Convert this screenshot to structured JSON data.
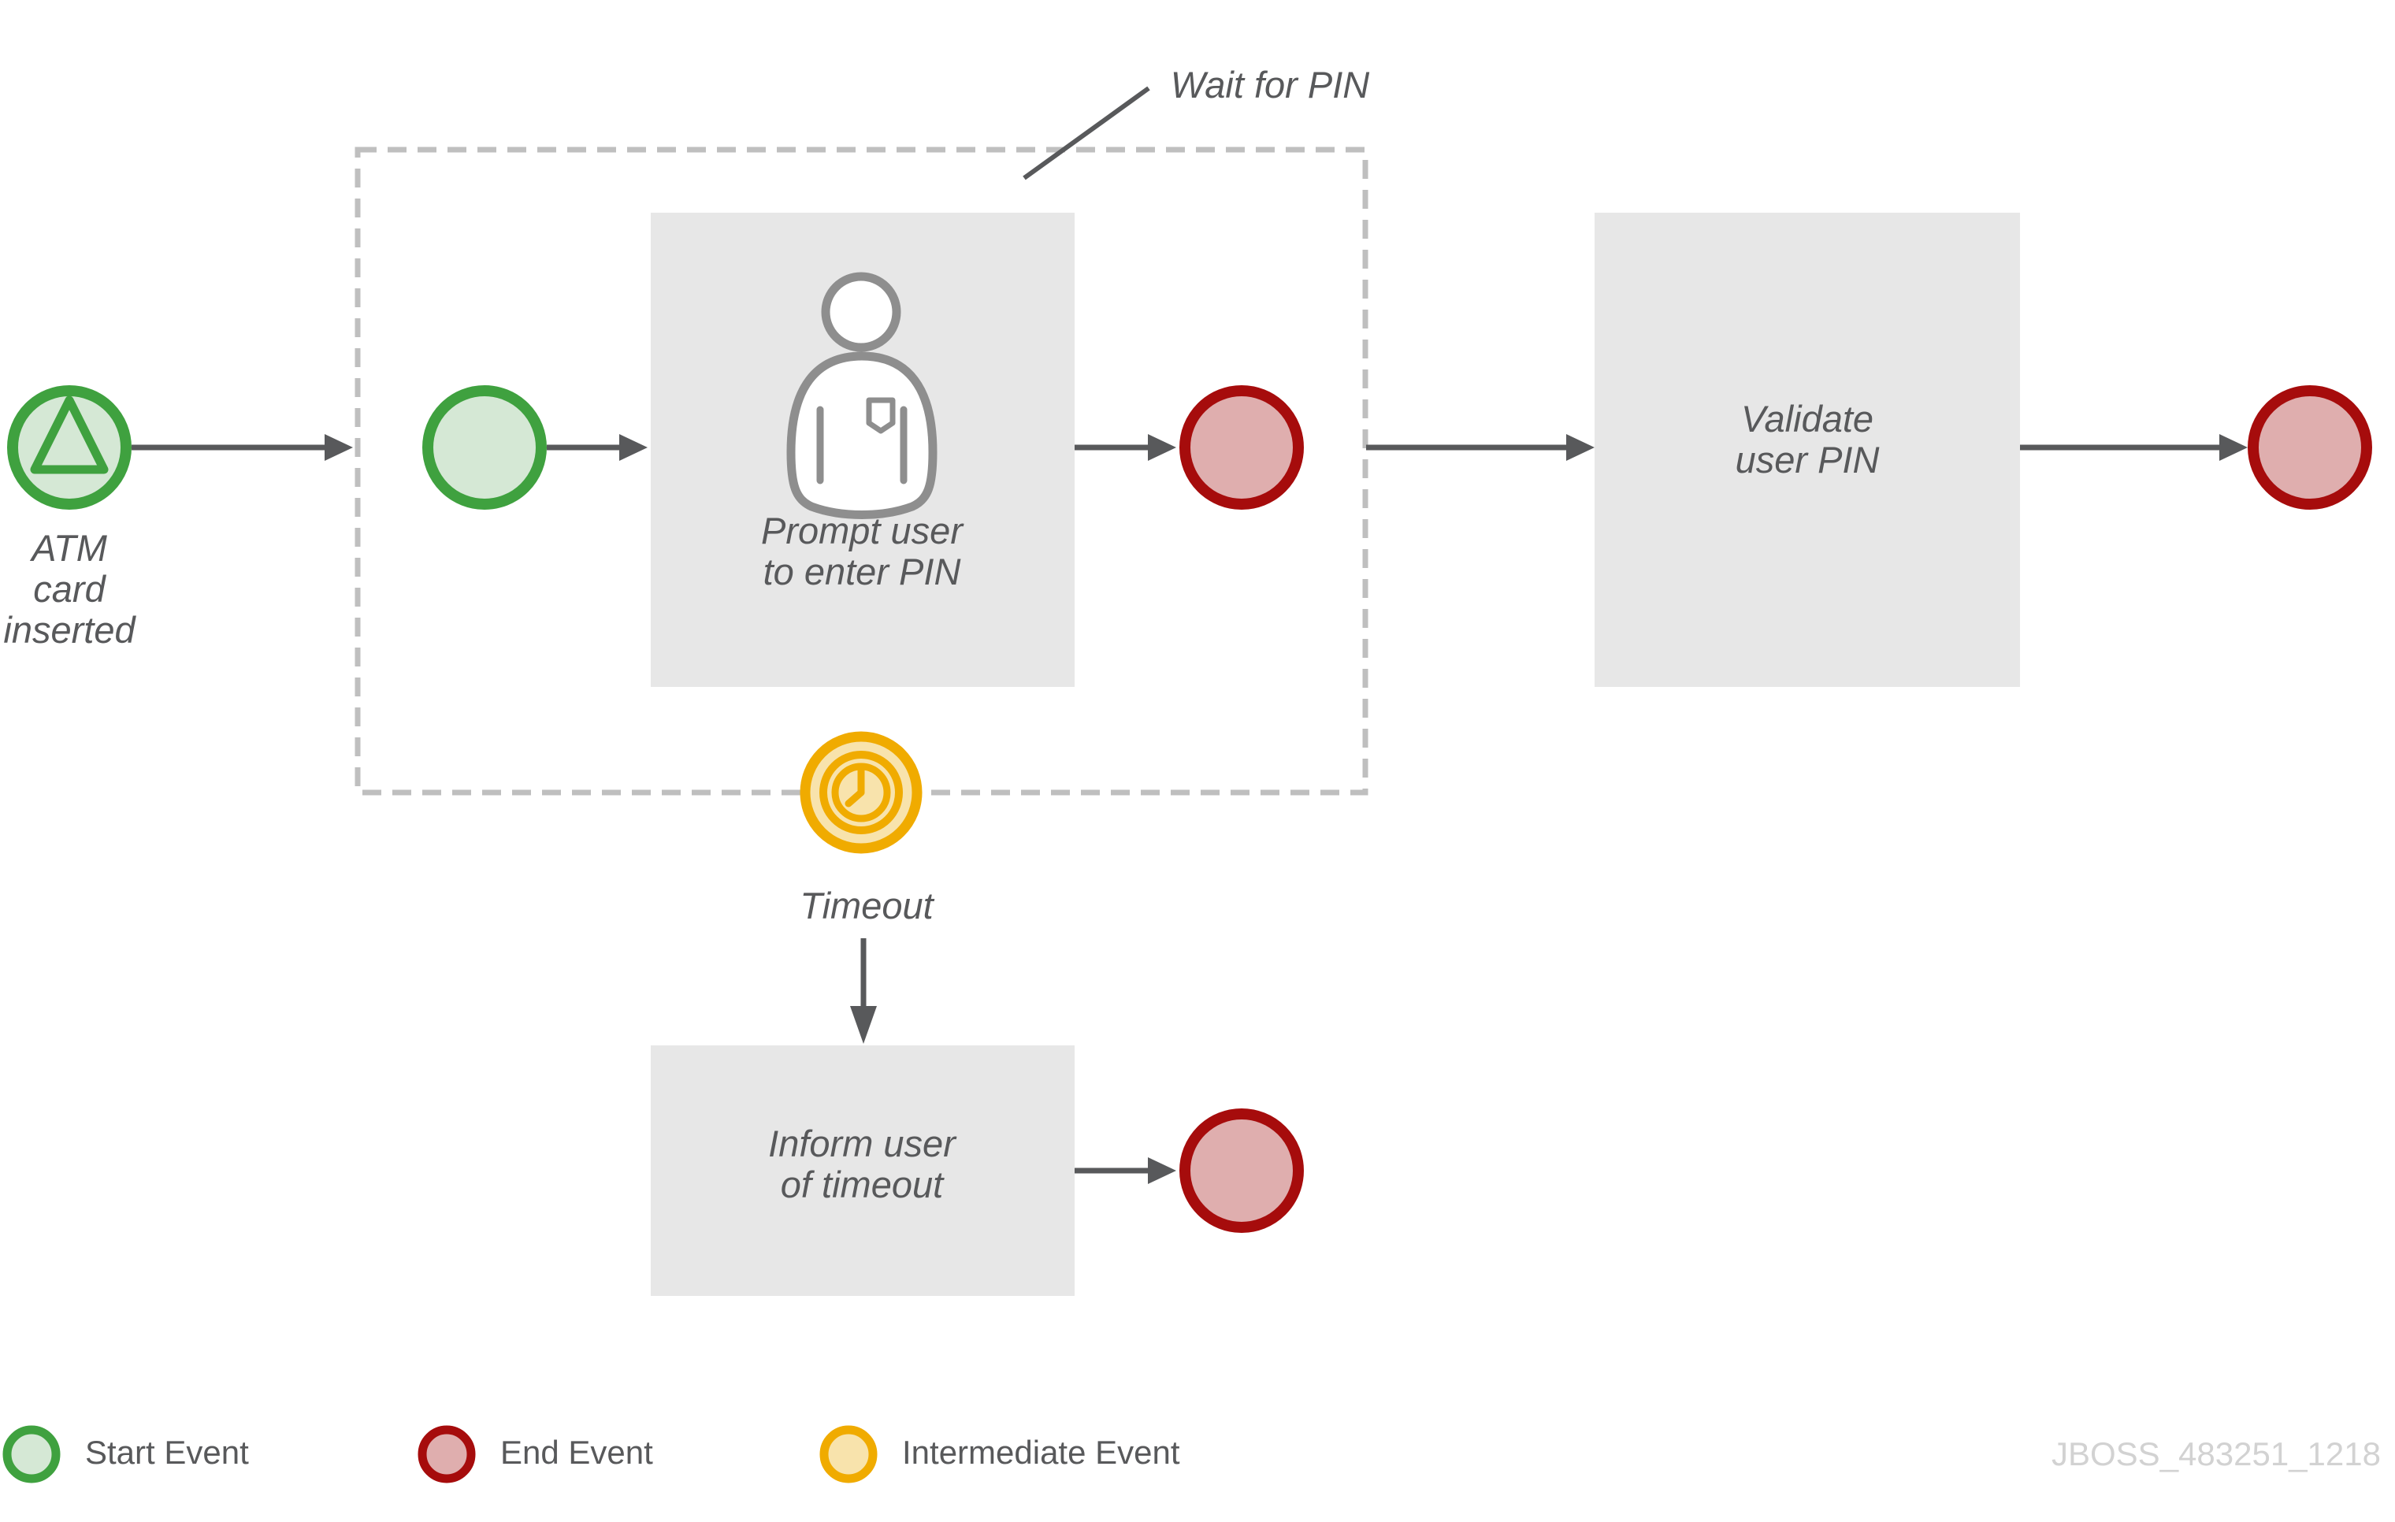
{
  "diagram": {
    "annotation": {
      "label": "Wait for PIN"
    },
    "events": {
      "atm_start": {
        "type": "start",
        "label_lines": [
          "ATM",
          "card",
          "inserted"
        ],
        "icon": "signal-triangle-icon"
      },
      "wait_start": {
        "type": "start"
      },
      "wait_end": {
        "type": "end"
      },
      "timeout": {
        "type": "intermediate-timer",
        "label": "Timeout",
        "icon": "clock-icon"
      },
      "timeout_end": {
        "type": "end"
      },
      "final_end": {
        "type": "end"
      }
    },
    "tasks": {
      "prompt": {
        "label_lines": [
          "Prompt user",
          "to enter PIN"
        ],
        "icon": "user-icon"
      },
      "validate": {
        "label_lines": [
          "Validate",
          "user PIN"
        ]
      },
      "inform": {
        "label_lines": [
          "Inform user",
          "of timeout"
        ]
      }
    },
    "legend": {
      "items": [
        {
          "label": "Start Event",
          "color": "#3FA13F"
        },
        {
          "label": "End Event",
          "color": "#A60C0C"
        },
        {
          "label": "Intermediate Event",
          "color": "#F0AB00"
        }
      ]
    },
    "watermark": "JBOSS_483251_1218",
    "colors": {
      "start_stroke": "#3FA13F",
      "start_fill": "#D5E8D5",
      "end_stroke": "#A60C0C",
      "end_fill": "#DFAEAE",
      "intermediate_stroke": "#F0AB00",
      "intermediate_fill": "#F8E3AC",
      "task_fill": "#E7E7E7",
      "connector": "#58595B",
      "label_text": "#58595B",
      "container_border": "#BFBFBF",
      "watermark_text": "#D2D2D2"
    }
  }
}
